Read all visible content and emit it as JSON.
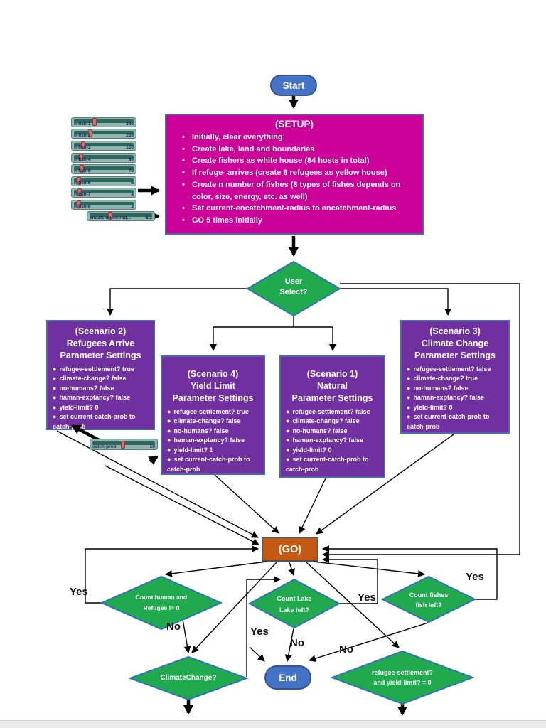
{
  "palette": {
    "terminal_blue": "#4472C4",
    "setup_magenta": "#CC0099",
    "scenario_purple": "#7030A0",
    "diamond_green": "#21A94E",
    "go_orange": "#C45911",
    "arrow_black": "#000000",
    "slider_teal": "#8fb5ad",
    "slider_handle_red": "#d96a6f"
  },
  "nodes": {
    "start": {
      "label": "Start"
    },
    "setup": {
      "title": "(SETUP)",
      "bullets": [
        "Initially, clear everything",
        "Create lake, land and boundaries",
        "Create fishers as white house (84 hosts in total)",
        "If refuge- arrives (create 8 refugees as yellow house)",
        "Create n number of fishes (8 types of fishes depends on color, size, energy, etc. as well)",
        "Set current-encatchment-radius to encatchment-radius",
        "GO 5 times initially"
      ]
    },
    "user_select": {
      "line1": "User",
      "line2": "Select?"
    },
    "scenario2": {
      "title_lines": [
        "(Scenario 2)",
        "Refugees Arrive",
        "Parameter Settings"
      ],
      "bullets": [
        "refugee-settlement? true",
        "climate-change? false",
        "no-humans? false",
        "haman-exptancy? false",
        "yield-limit? 0",
        "set  current-catch-prob  to catch-prob"
      ]
    },
    "scenario4": {
      "title_lines": [
        "(Scenario 4)",
        "Yield Limit",
        "Parameter Settings"
      ],
      "bullets": [
        "refugee-settlement? true",
        "climate-change? false",
        "no-humans? false",
        "haman-exptancy? false",
        "yield-limit? 1",
        "set  current-catch-prob  to catch-prob"
      ]
    },
    "scenario1": {
      "title_lines": [
        "(Scenario 1)",
        "Natural",
        "Parameter Settings"
      ],
      "bullets": [
        "refugee-settlement? false",
        "climate-change? false",
        "no-humans? false",
        "haman-exptancy? false",
        "yield-limit? 0",
        "set  current-catch-prob  to catch-prob"
      ]
    },
    "scenario3": {
      "title_lines": [
        "(Scenario 3)",
        "Climate Change",
        "Parameter Settings"
      ],
      "bullets": [
        "refugee-settlement? false",
        "climate-change? true",
        "no-humans? false",
        "haman-exptancy? false",
        "yield-limit? 0",
        "set  current-catch-prob  to catch-prob"
      ]
    },
    "go": {
      "label": "(GO)"
    },
    "count_human": {
      "line1": "Count human and",
      "line2": "Refugee != 0"
    },
    "count_lake": {
      "line1": "Count Lake",
      "line2": "Lake left?"
    },
    "count_fishes": {
      "line1": "Count fishes",
      "line2": "fish left?"
    },
    "climate": {
      "line1": "ClimateChange?"
    },
    "refugee": {
      "line1": "refugee-settlement?",
      "line2": "and yield-limit? = 0"
    },
    "end": {
      "label": "End"
    }
  },
  "sliders": {
    "items": [
      {
        "label": "n-fish-1",
        "value": "340",
        "pct": "31%"
      },
      {
        "label": "n-fish-2",
        "value": "230",
        "pct": "24%"
      },
      {
        "label": "n-fish-3",
        "value": "120",
        "pct": "12%"
      },
      {
        "label": "n-fish-4",
        "value": "80",
        "pct": "8%"
      },
      {
        "label": "n-fish-5",
        "value": "70",
        "pct": "10%"
      },
      {
        "label": "n-fish-6",
        "value": "5",
        "pct": "5%"
      },
      {
        "label": "n-fish-7",
        "value": "4",
        "pct": "6%"
      },
      {
        "label": "n-fish-8",
        "value": "3",
        "pct": "5%"
      }
    ],
    "encatchment": {
      "label": "encatchment-rad...",
      "value": "5.2",
      "pct": "30%"
    },
    "catch_prob": {
      "label": "catch-prob",
      "value": "50",
      "pct": "45%"
    }
  },
  "edge_labels": {
    "human_yes": "Yes",
    "human_no": "No",
    "climate_yes": "Yes",
    "lake_no": "No",
    "lake_yes": "Yes",
    "fishes_no": "No",
    "fishes_yes": "Yes"
  }
}
